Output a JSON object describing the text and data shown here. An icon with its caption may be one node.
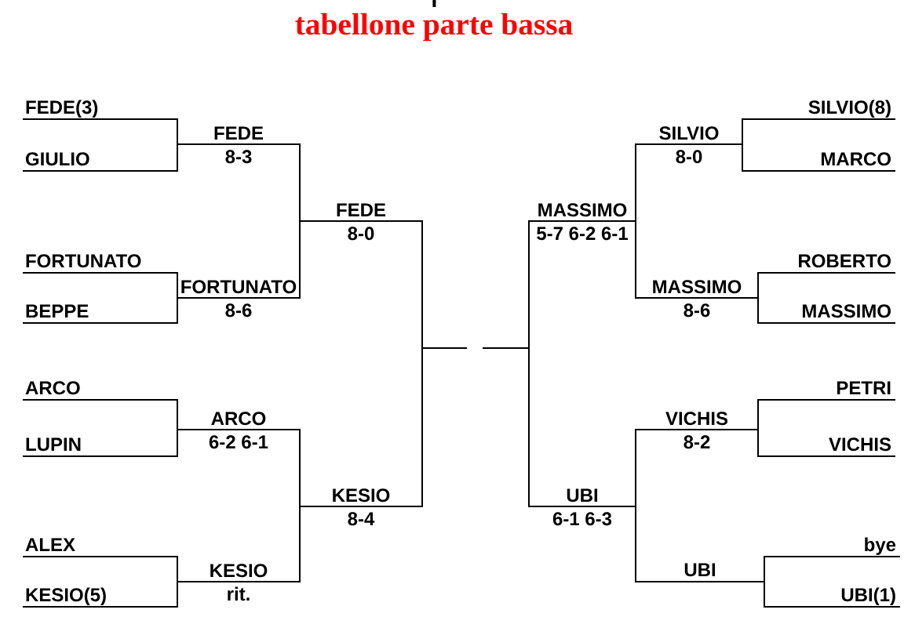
{
  "diagram": {
    "title": "tabellone parte bassa",
    "nodes": [
      {
        "text": [
          "FEDE(3)"
        ]
      },
      {
        "text": [
          "GIULIO"
        ]
      },
      {
        "text": [
          "FORTUNATO"
        ]
      },
      {
        "text": [
          "BEPPE"
        ]
      },
      {
        "text": [
          "ARCO"
        ]
      },
      {
        "text": [
          "LUPIN"
        ]
      },
      {
        "text": [
          "ALEX"
        ]
      },
      {
        "text": [
          "KESIO(5)"
        ]
      },
      {
        "text": [
          "FEDE",
          "8-3"
        ]
      },
      {
        "text": [
          "FORTUNATO",
          "8-6"
        ]
      },
      {
        "text": [
          "ARCO",
          "6-2 6-1"
        ]
      },
      {
        "text": [
          "KESIO",
          "rit."
        ]
      },
      {
        "text": [
          "FEDE",
          "8-0"
        ]
      },
      {
        "text": [
          "KESIO",
          "8-4"
        ]
      },
      {
        "text": [],
        "shape": "line"
      },
      {
        "text": [],
        "shape": "line"
      },
      {
        "text": [
          "MASSIMO",
          "5-7 6-2 6-1"
        ]
      },
      {
        "text": [
          "UBI",
          "6-1 6-3"
        ]
      },
      {
        "text": [
          "SILVIO",
          "8-0"
        ]
      },
      {
        "text": [
          "MASSIMO",
          "8-6"
        ]
      },
      {
        "text": [
          "VICHIS",
          "8-2"
        ]
      },
      {
        "text": [
          "UBI"
        ]
      },
      {
        "text": [
          "SILVIO(8)"
        ]
      },
      {
        "text": [
          "MARCO"
        ]
      },
      {
        "text": [
          "ROBERTO"
        ]
      },
      {
        "text": [
          "MASSIMO"
        ]
      },
      {
        "text": [
          "PETRI"
        ]
      },
      {
        "text": [
          "VICHIS"
        ]
      },
      {
        "text": [
          "bye"
        ]
      },
      {
        "text": [
          "UBI(1)"
        ]
      }
    ],
    "edges": [
      {
        "from": 0,
        "to": 8,
        "arrow": "none"
      },
      {
        "from": 1,
        "to": 8,
        "arrow": "none"
      },
      {
        "from": 2,
        "to": 9,
        "arrow": "none"
      },
      {
        "from": 3,
        "to": 9,
        "arrow": "none"
      },
      {
        "from": 4,
        "to": 10,
        "arrow": "none"
      },
      {
        "from": 5,
        "to": 10,
        "arrow": "none"
      },
      {
        "from": 6,
        "to": 11,
        "arrow": "none"
      },
      {
        "from": 7,
        "to": 11,
        "arrow": "none"
      },
      {
        "from": 8,
        "to": 12,
        "arrow": "none"
      },
      {
        "from": 9,
        "to": 12,
        "arrow": "none"
      },
      {
        "from": 10,
        "to": 13,
        "arrow": "none"
      },
      {
        "from": 11,
        "to": 13,
        "arrow": "none"
      },
      {
        "from": 12,
        "to": 14,
        "arrow": "none"
      },
      {
        "from": 13,
        "to": 14,
        "arrow": "none"
      },
      {
        "from": 16,
        "to": 15,
        "arrow": "none"
      },
      {
        "from": 17,
        "to": 15,
        "arrow": "none"
      },
      {
        "from": 18,
        "to": 16,
        "arrow": "none"
      },
      {
        "from": 19,
        "to": 16,
        "arrow": "none"
      },
      {
        "from": 20,
        "to": 17,
        "arrow": "none"
      },
      {
        "from": 21,
        "to": 17,
        "arrow": "none"
      },
      {
        "from": 22,
        "to": 18,
        "arrow": "none"
      },
      {
        "from": 23,
        "to": 18,
        "arrow": "none"
      },
      {
        "from": 24,
        "to": 19,
        "arrow": "none"
      },
      {
        "from": 25,
        "to": 19,
        "arrow": "none"
      },
      {
        "from": 26,
        "to": 20,
        "arrow": "none"
      },
      {
        "from": 27,
        "to": 20,
        "arrow": "none"
      },
      {
        "from": 28,
        "to": 21,
        "arrow": "none"
      },
      {
        "from": 29,
        "to": 21,
        "arrow": "none"
      }
    ]
  }
}
